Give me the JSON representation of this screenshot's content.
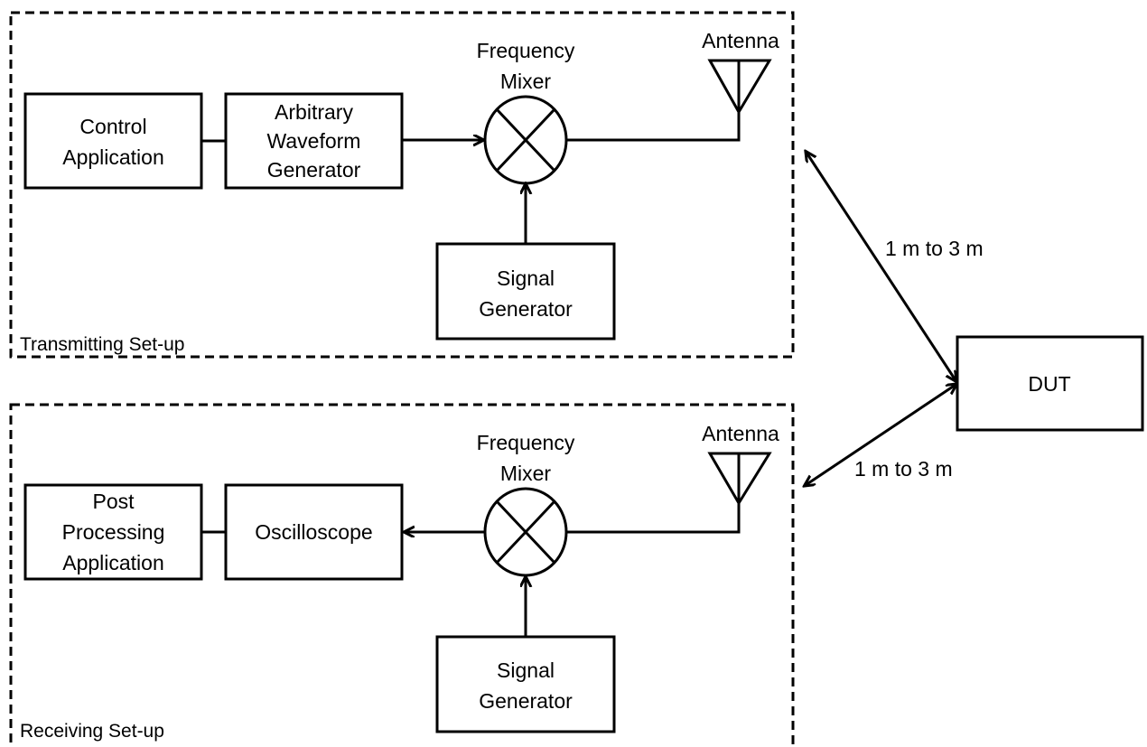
{
  "transmitting": {
    "frame_label": "Transmitting Set-up",
    "control_application": [
      "Control",
      "Application"
    ],
    "awg": [
      "Arbitrary",
      "Waveform",
      "Generator"
    ],
    "mixer": [
      "Frequency",
      "Mixer"
    ],
    "antenna": "Antenna",
    "signal_generator": [
      "Signal",
      "Generator"
    ]
  },
  "receiving": {
    "frame_label": "Receiving Set-up",
    "post_processing": [
      "Post",
      "Processing",
      "Application"
    ],
    "oscilloscope": "Oscilloscope",
    "mixer": [
      "Frequency",
      "Mixer"
    ],
    "antenna": "Antenna",
    "signal_generator": [
      "Signal",
      "Generator"
    ]
  },
  "dut": "DUT",
  "distance_tx": "1 m to 3 m",
  "distance_rx": "1 m to 3 m"
}
